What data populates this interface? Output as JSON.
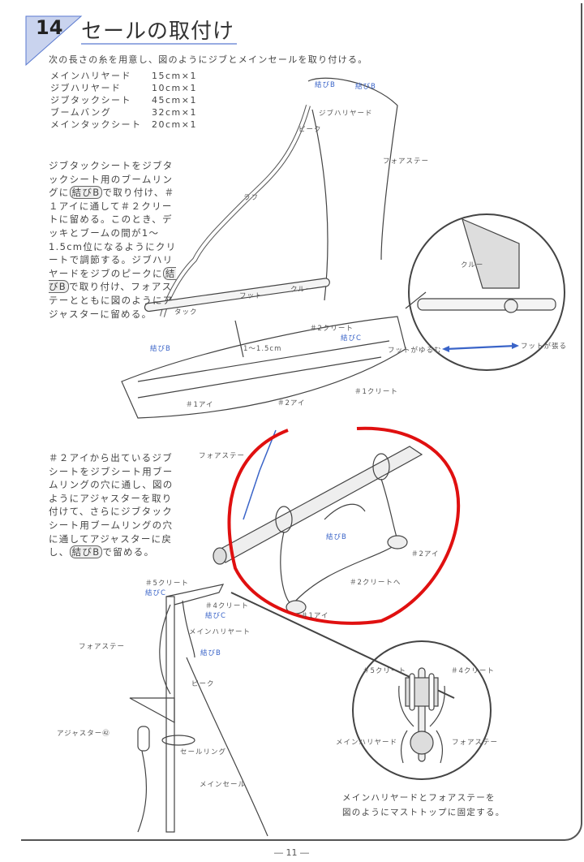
{
  "section_number": "14",
  "title": "セールの取付け",
  "intro": "次の長さの糸を用意し、図のようにジブとメインセールを取り付ける。",
  "materials": [
    {
      "name": "メインハリヤード",
      "qty": "15cm×1"
    },
    {
      "name": "ジブハリヤード",
      "qty": "10cm×1"
    },
    {
      "name": "ジブタックシート",
      "qty": "45cm×1"
    },
    {
      "name": "ブームバング",
      "qty": "32cm×1"
    },
    {
      "name": "メインタックシート",
      "qty": "20cm×1"
    }
  ],
  "instructions1": {
    "p1": "ジブタックシートをジブタックシート用のブームリングに",
    "knot1": "結びB",
    "p2": "で取り付け、＃１アイに通して＃２クリートに留める。このとき、デッキとブームの間が1～1.5cm位になるようにクリートで調節する。ジブハリヤードをジブのピークに",
    "knot2": "結びB",
    "p3": "で取り付け、フォアステーとともに図のようにアジャスターに留める。"
  },
  "instructions2": {
    "p1": "＃２アイから出ているジブシートをジブシート用ブームリングの穴に通し、図のようにアジャスターを取り付けて、さらにジブタックシート用ブームリングの穴に通してアジャスターに戻し、",
    "knot": "結びB",
    "p2": "で留める。"
  },
  "diagram1_labels": {
    "knot_b_1": "結びB",
    "knot_b_2": "結びB",
    "jib_halyard": "ジブハリヤード",
    "peak": "ピーク",
    "forestay": "フォアステー",
    "luff": "ラフ",
    "foot": "フット",
    "clew": "クルー",
    "tack": "タック",
    "knot_b_3": "結びB",
    "gap": "1～1.5cm",
    "cleat2": "＃2クリート",
    "knot_c": "結びC",
    "cleat1": "＃1クリート",
    "eye2": "＃2アイ",
    "eye1": "＃1アイ",
    "detail_clew": "クルー",
    "foot_loose": "フットがゆるむ",
    "foot_tight": "フットが張る"
  },
  "diagram2_labels": {
    "forestay": "フォアステー",
    "knot_b": "結びB",
    "eye2": "＃2アイ",
    "to_cleat2": "＃2クリートへ",
    "eye1": "＃1アイ"
  },
  "diagram3_labels": {
    "cleat5": "＃5クリート",
    "knot_c_1": "結びC",
    "cleat4": "＃4クリート",
    "knot_c_2": "結びC",
    "main_halyard": "メインハリヤート",
    "forestay": "フォアステー",
    "knot_b": "結びB",
    "peak": "ピーク",
    "adjuster": "アジャスター㊷",
    "sail_ring": "セールリング",
    "mainsail": "メインセール",
    "detail_cleat5": "＃5クリート",
    "detail_cleat4": "＃4クリート",
    "detail_main_halyard": "メインハリヤード",
    "detail_forestay": "フォアステー"
  },
  "caption": {
    "line1": "メインハリヤードとフォアステーを",
    "line2": "図のようにマストトップに固定する。"
  },
  "page_number": "― 11 ―",
  "colors": {
    "accent_blue": "#3a64c8",
    "header_fill": "#c9d3ee",
    "highlight_red": "#e01010"
  }
}
